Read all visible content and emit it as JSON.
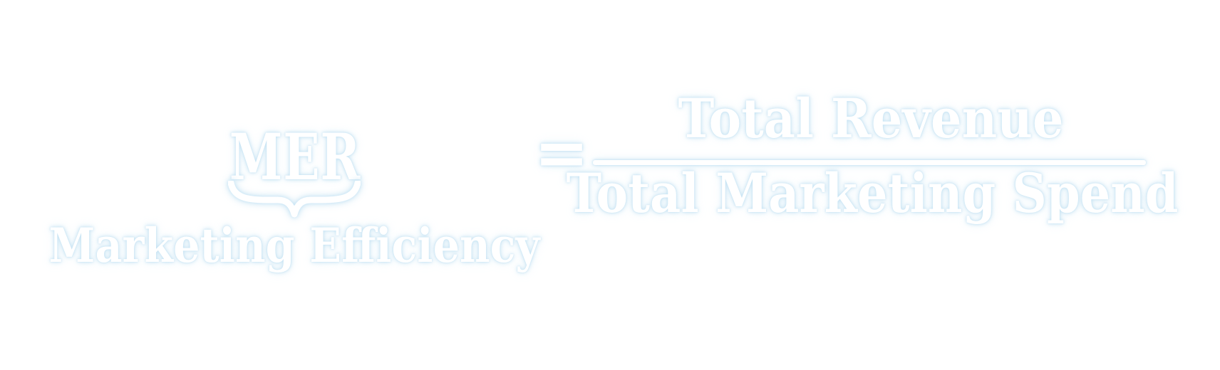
{
  "page": {
    "background_color": "#ffffff",
    "text_color": "#ffffff",
    "glow_color": "#bfe0f2"
  },
  "formula": {
    "acronym": "MER",
    "acronym_caption": "Marketing Efficiency",
    "equals_sign": "=",
    "fraction": {
      "numerator": "Total Revenue",
      "denominator": "Total Marketing Spend"
    }
  },
  "icons": {
    "underbrace": "curly-brace-pointing-down"
  }
}
